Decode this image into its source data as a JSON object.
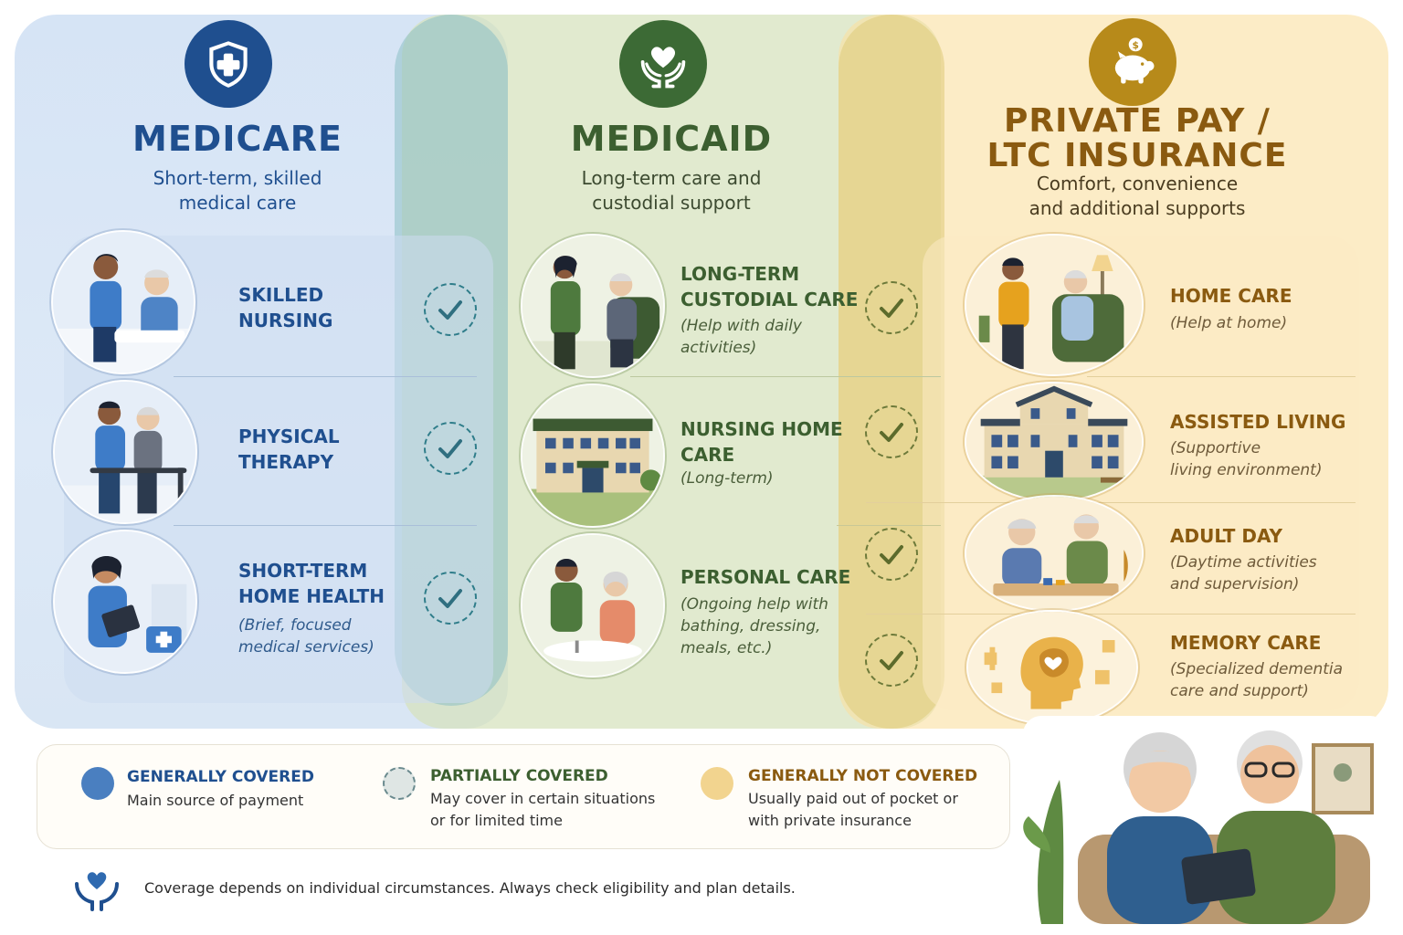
{
  "columns": {
    "medicare": {
      "title": "MEDICARE",
      "subtitle_line1": "Short-term, skilled",
      "subtitle_line2": "medical care",
      "icon": "shield-plus-icon",
      "color": "#1f4f8f",
      "services": [
        {
          "title_line1": "SKILLED",
          "title_line2": "NURSING",
          "note_line1": "",
          "note_line2": "",
          "illustration": "nurse-with-patient-illustration"
        },
        {
          "title_line1": "PHYSICAL",
          "title_line2": "THERAPY",
          "note_line1": "",
          "note_line2": "",
          "illustration": "physical-therapy-illustration"
        },
        {
          "title_line1": "SHORT-TERM",
          "title_line2": "HOME HEALTH",
          "note_line1": "(Brief, focused",
          "note_line2": "medical services)",
          "illustration": "home-health-nurse-illustration"
        }
      ]
    },
    "medicaid": {
      "title": "MEDICAID",
      "subtitle_line1": "Long-term care and",
      "subtitle_line2": "custodial support",
      "icon": "heart-hands-icon",
      "color": "#3c6a35",
      "services": [
        {
          "title_line1": "LONG-TERM",
          "title_line2": "CUSTODIAL CARE",
          "note_line1": "(Help with daily",
          "note_line2": "activities)",
          "note_line3": "",
          "illustration": "custodial-care-illustration"
        },
        {
          "title_line1": "NURSING HOME",
          "title_line2": "CARE",
          "note_line1": "(Long-term)",
          "note_line2": "",
          "note_line3": "",
          "illustration": "nursing-home-building-illustration"
        },
        {
          "title_line1": "PERSONAL CARE",
          "title_line2": "",
          "note_line1": "(Ongoing help with",
          "note_line2": "bathing, dressing,",
          "note_line3": "meals, etc.)",
          "illustration": "personal-care-illustration"
        }
      ]
    },
    "private": {
      "title_line1": "PRIVATE PAY /",
      "title_line2": "LTC INSURANCE",
      "subtitle_line1": "Comfort, convenience",
      "subtitle_line2": "and additional supports",
      "icon": "piggy-bank-icon",
      "color": "#b78a1a",
      "services": [
        {
          "title": "HOME CARE",
          "note_line1": "(Help at home)",
          "note_line2": "",
          "illustration": "home-care-illustration"
        },
        {
          "title": "ASSISTED LIVING",
          "note_line1": "(Supportive",
          "note_line2": "living environment)",
          "illustration": "assisted-living-building-illustration"
        },
        {
          "title": "ADULT DAY",
          "note_line1": "(Daytime activities",
          "note_line2": "and supervision)",
          "illustration": "adult-day-illustration"
        },
        {
          "title": "MEMORY CARE",
          "note_line1": "(Specialized dementia",
          "note_line2": "care and support)",
          "illustration": "memory-care-head-illustration"
        }
      ]
    }
  },
  "legend": [
    {
      "title": "GENERALLY COVERED",
      "line1": "Main source of payment",
      "line2": "",
      "color": "#4a7fc0"
    },
    {
      "title": "PARTIALLY COVERED",
      "line1": "May cover in certain situations",
      "line2": "or for limited time",
      "color": "#dfe6e4"
    },
    {
      "title": "GENERALLY NOT COVERED",
      "line1": "Usually paid out of pocket or",
      "line2": "with private insurance",
      "color": "#f2d48f"
    }
  ],
  "footnote": "Coverage depends on individual circumstances. Always check eligibility and plan details.",
  "colors": {
    "medicare_text": "#1f4f8f",
    "medicaid_text": "#3c5f30",
    "private_text": "#8a5a10",
    "check_blue": "#2f7d8a",
    "check_green": "#5c6b2c"
  }
}
